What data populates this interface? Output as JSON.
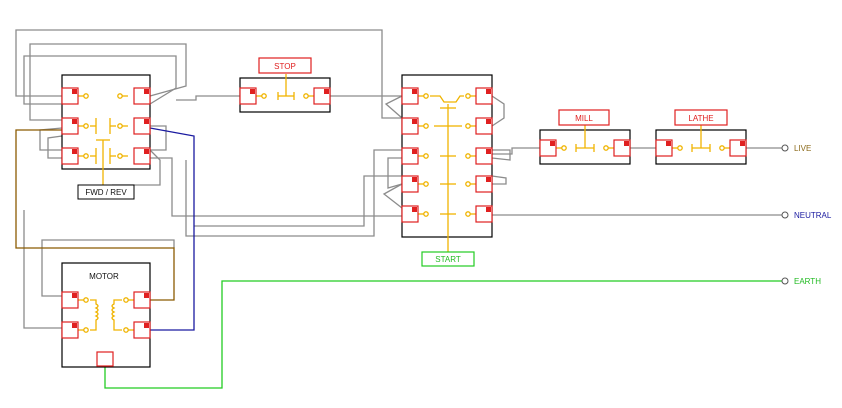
{
  "labels": {
    "stop": "STOP",
    "start": "START",
    "mill": "MILL",
    "lathe": "LATHE",
    "fwd_rev": "FWD / REV",
    "motor": "MOTOR"
  },
  "buses": {
    "live": "LIVE",
    "neutral": "NEUTRAL",
    "earth": "EARTH"
  },
  "colors": {
    "background": "#ffffff",
    "terminal": "#e02020",
    "contact": "#f0b400",
    "wire_grey": "#8c8c8c",
    "wire_brown": "#8b5a00",
    "wire_blue": "#1a1aa0",
    "wire_green": "#22cc22",
    "live_text": "#8b6a1a",
    "neutral_text": "#1a1aa0",
    "earth_text": "#22bb22"
  },
  "icons": {
    "terminal": "terminal-icon",
    "bus_end": "bus-terminal-icon"
  }
}
